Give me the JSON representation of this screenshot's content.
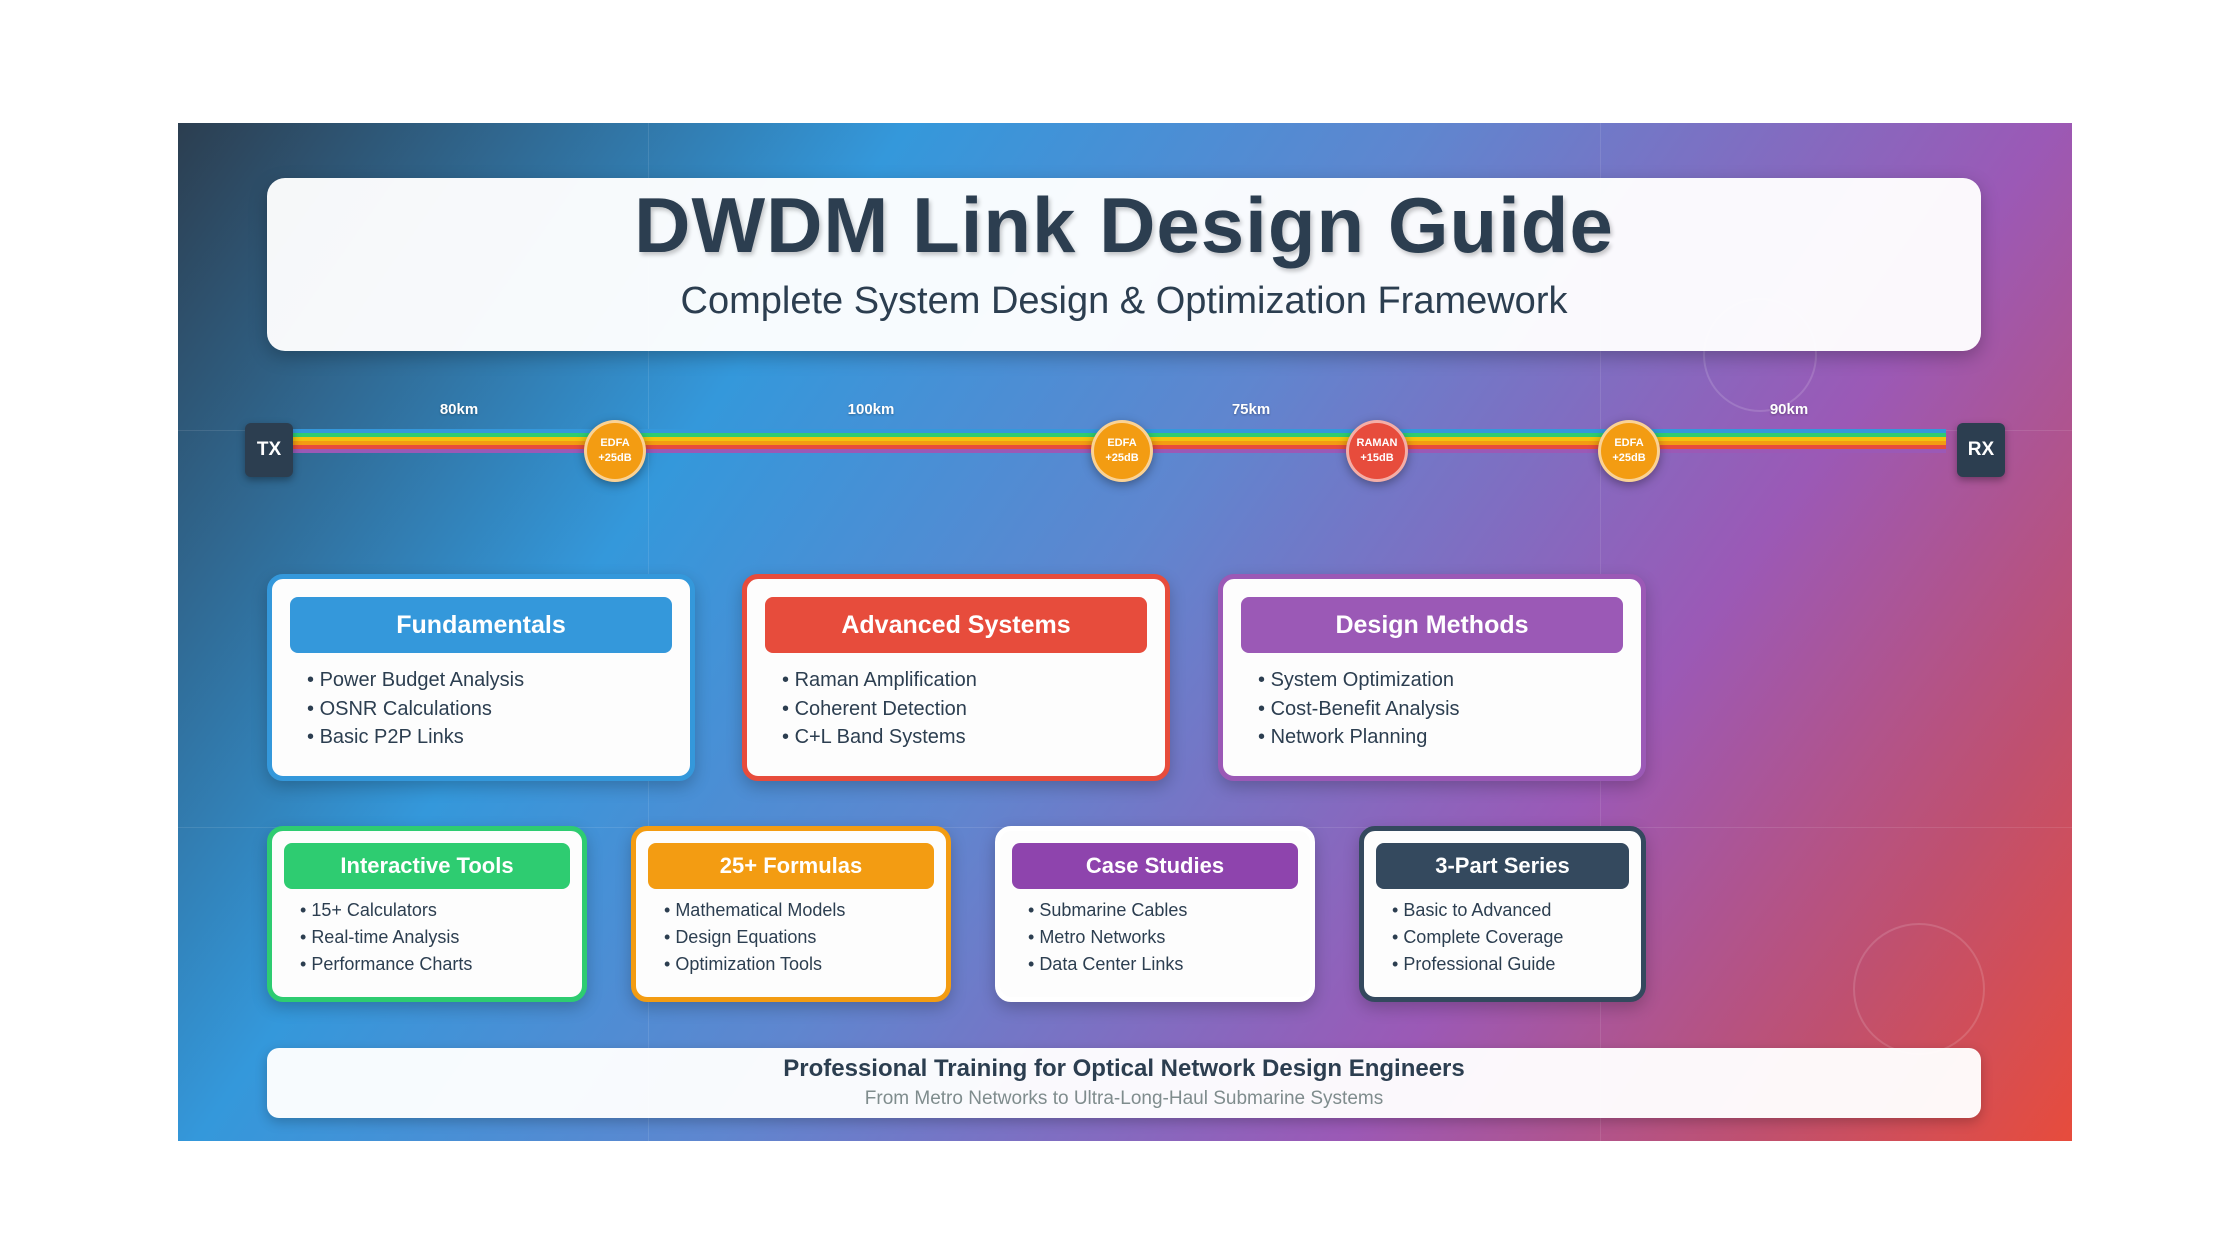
{
  "title": "DWDM Link Design Guide",
  "subtitle": "Complete System Design & Optimization Framework",
  "link": {
    "tx_label": "TX",
    "rx_label": "RX",
    "spans": [
      "80km",
      "100km",
      "75km",
      "90km"
    ],
    "amplifiers": [
      {
        "type": "EDFA",
        "gain": "+25dB",
        "color": "#f39c12"
      },
      {
        "type": "EDFA",
        "gain": "+25dB",
        "color": "#f39c12"
      },
      {
        "type": "RAMAN",
        "gain": "+15dB",
        "color": "#e74c3c"
      },
      {
        "type": "EDFA",
        "gain": "+25dB",
        "color": "#f39c12"
      }
    ],
    "fiber_colors": [
      "#3498db",
      "#2ecc71",
      "#f1c40f",
      "#f39c12",
      "#e74c3c",
      "#9b59b6"
    ]
  },
  "cards": {
    "fundamentals": {
      "title": "Fundamentals",
      "color": "#3498db",
      "items": [
        "Power Budget Analysis",
        "OSNR Calculations",
        "Basic P2P Links"
      ]
    },
    "advanced": {
      "title": "Advanced Systems",
      "color": "#e74c3c",
      "items": [
        "Raman Amplification",
        "Coherent Detection",
        "C+L Band Systems"
      ]
    },
    "design": {
      "title": "Design Methods",
      "color": "#9b59b6",
      "items": [
        "System Optimization",
        "Cost-Benefit Analysis",
        "Network Planning"
      ]
    },
    "tools": {
      "title": "Interactive Tools",
      "color": "#2ecc71",
      "items": [
        "15+ Calculators",
        "Real-time Analysis",
        "Performance Charts"
      ]
    },
    "formulas": {
      "title": "25+ Formulas",
      "color": "#f39c12",
      "items": [
        "Mathematical Models",
        "Design Equations",
        "Optimization Tools"
      ]
    },
    "cases": {
      "title": "Case Studies",
      "color": "#8e44ad",
      "items": [
        "Submarine Cables",
        "Metro Networks",
        "Data Center Links"
      ]
    },
    "series": {
      "title": "3-Part Series",
      "color": "#34495e",
      "items": [
        "Basic to Advanced",
        "Complete Coverage",
        "Professional Guide"
      ]
    }
  },
  "footer": {
    "headline": "Professional Training for Optical Network Design Engineers",
    "tagline": "From Metro Networks to Ultra-Long-Haul Submarine Systems"
  }
}
